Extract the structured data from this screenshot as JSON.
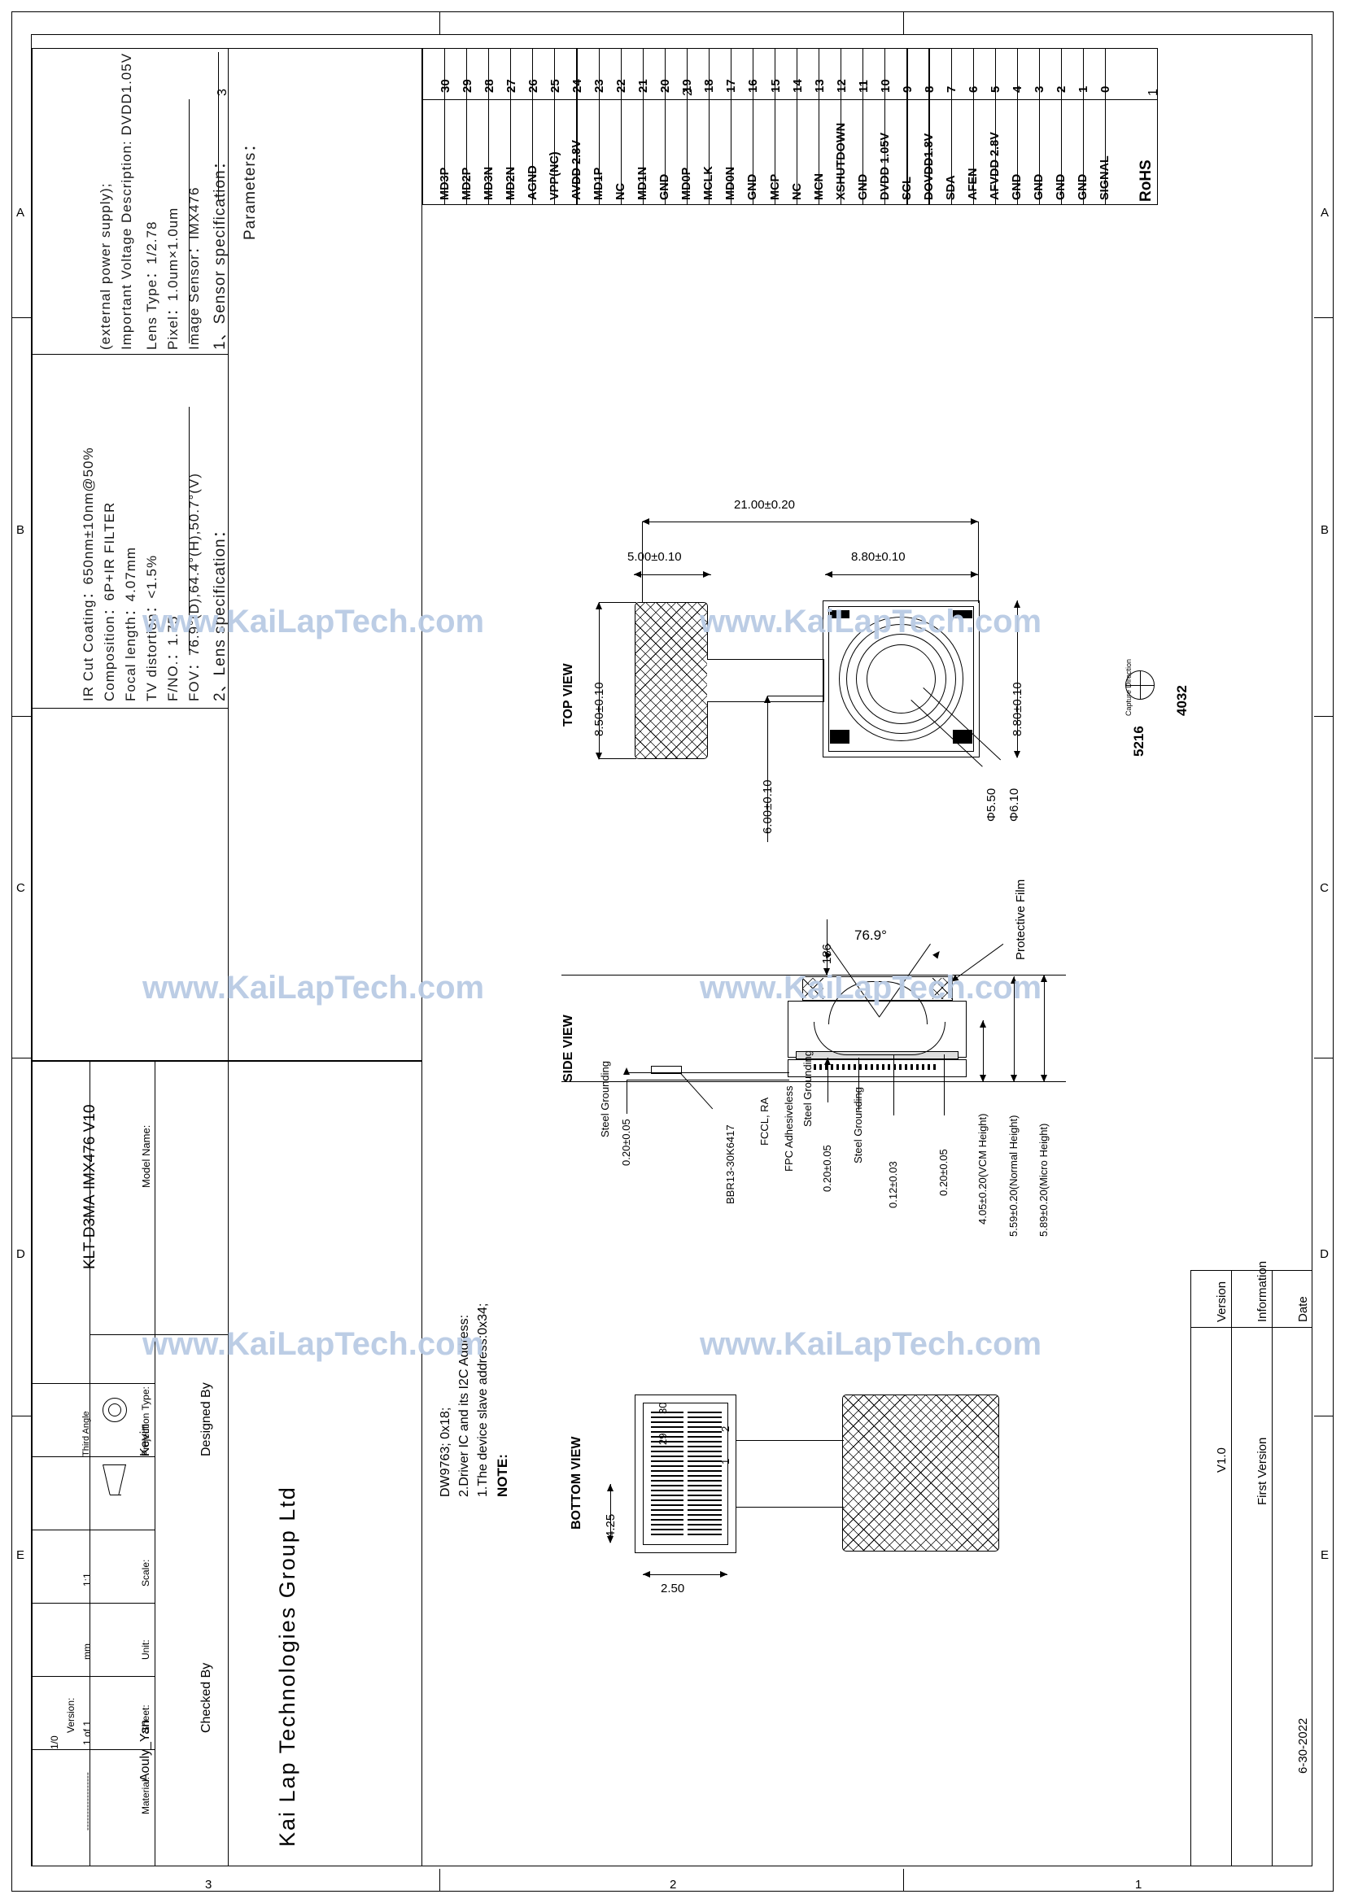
{
  "sheet": {
    "zone_rows": [
      "A",
      "B",
      "C",
      "D",
      "E"
    ],
    "zone_cols": [
      "1",
      "2",
      "3"
    ],
    "rohs_label": "RoHS"
  },
  "watermark": {
    "text": "www.KaiLapTech.com"
  },
  "pin_table": {
    "header_pin": "",
    "header_signal": "SIGNAL",
    "rows": [
      {
        "pin": "0",
        "signal": "SIGNAL"
      },
      {
        "pin": "1",
        "signal": "GND"
      },
      {
        "pin": "2",
        "signal": "GND"
      },
      {
        "pin": "3",
        "signal": "GND"
      },
      {
        "pin": "4",
        "signal": "GND"
      },
      {
        "pin": "5",
        "signal": "AFVDD 2.8V"
      },
      {
        "pin": "6",
        "signal": "AFEN"
      },
      {
        "pin": "7",
        "signal": "SDA"
      },
      {
        "pin": "8",
        "signal": "DOVDD1.8V"
      },
      {
        "pin": "9",
        "signal": "SCL"
      },
      {
        "pin": "10",
        "signal": "DVDD 1.05V"
      },
      {
        "pin": "11",
        "signal": "GND"
      },
      {
        "pin": "12",
        "signal": "XSHUTDOWN"
      },
      {
        "pin": "13",
        "signal": "MCN"
      },
      {
        "pin": "14",
        "signal": "NC"
      },
      {
        "pin": "15",
        "signal": "MCP"
      },
      {
        "pin": "16",
        "signal": "GND"
      },
      {
        "pin": "17",
        "signal": "MD0N"
      },
      {
        "pin": "18",
        "signal": "MCLK"
      },
      {
        "pin": "19",
        "signal": "MD0P"
      },
      {
        "pin": "20",
        "signal": "GND"
      },
      {
        "pin": "21",
        "signal": "MD1N"
      },
      {
        "pin": "22",
        "signal": "NC"
      },
      {
        "pin": "23",
        "signal": "MD1P"
      },
      {
        "pin": "24",
        "signal": "AVDD 2.8V"
      },
      {
        "pin": "25",
        "signal": "VPP(NC)"
      },
      {
        "pin": "26",
        "signal": "AGND"
      },
      {
        "pin": "27",
        "signal": "MD2N"
      },
      {
        "pin": "28",
        "signal": "MD3N"
      },
      {
        "pin": "29",
        "signal": "MD2P"
      },
      {
        "pin": "30",
        "signal": "MD3P"
      }
    ]
  },
  "parameters": {
    "title": "Parameters：",
    "sensor_section": {
      "heading": "1、Sensor specification：",
      "lines": [
        "Image Sensor：IMX476",
        "Pixel：1.0um×1.0um",
        "Lens Type：1/2.78",
        "Important Voltage Description: DVDD1.05V",
        "(external power supply);"
      ]
    },
    "lens_section": {
      "heading": "2、Lens specification：",
      "lines": [
        "FOV：76.9°(D),64.4°(H),50.7°(V)",
        "F/NO.：1.75",
        "TV distortion：<1.5%",
        "Focal length：4.07mm",
        "Composition：6P+IR FILTER",
        "IR Cut Coating：650nm±10nm@50%"
      ]
    }
  },
  "notes": {
    "title": "NOTE:",
    "lines": [
      "1.The device slave address:0x34;",
      "2.Driver IC and its I2C Address:",
      "DW9763; 0x18;"
    ]
  },
  "views": {
    "top": {
      "label": "TOP VIEW"
    },
    "side": {
      "label": "SIDE VIEW"
    },
    "bottom": {
      "label": "BOTTOM VIEW"
    }
  },
  "dimensions": {
    "overall_length": "21.00±0.20",
    "fpc_width": "5.00±0.10",
    "fpc_height": "8.50±0.10",
    "module_width": "8.80±0.10",
    "module_height": "8.80±0.10",
    "optical_center_x": "6.00±0.10",
    "barrel_dia_outer": "Φ6.10",
    "barrel_dia_inner": "Φ5.50",
    "fov_angle": "76.9°",
    "protective_film": "Protective Film",
    "film_thk": "186",
    "steel_grounding_1": "Steel Grounding",
    "steel_grounding_2": "Steel Grounding",
    "fpc_adhesiveless": "FPC Adhesiveless",
    "fccl_ra": "FCCL, RA",
    "connector_pn": "BBR13-30K6417",
    "thk_020_005_a": "0.20±0.05",
    "thk_012_003": "0.12±0.03",
    "thk_020_005_b": "0.20±0.05",
    "h_405": "4.05±0.20(VCM Height)",
    "h_559": "5.59±0.20(Normal Height)",
    "h_589": "5.89±0.20(Micro Height)",
    "conn_height": "4.25",
    "conn_pitch": "2.50",
    "conn_pin_30": "30",
    "conn_pin_29": "29",
    "conn_pin_2": "2",
    "conn_pin_1": "1"
  },
  "markings": {
    "code_5216": "5216",
    "code_4032": "4032",
    "capture_direction": "Capture Direction"
  },
  "title_block": {
    "company": "Kai Lap Technologies Group Ltd",
    "designed_by_label": "Designed By",
    "designed_by_value": "Kevin",
    "checked_by_label": "Checked By",
    "checked_by_value": "Aouly_Yan",
    "model_name_label": "Model Name:",
    "model_name_value": "KLT-D3MA-IMX476 V10",
    "projection_type_label": "Projection Type:",
    "projection_type_value": "Third Angle",
    "scale_label": "Scale:",
    "scale_value": "1:1",
    "unit_label": "Unit:",
    "unit_value": "mm",
    "sheet_label": "Sheet:",
    "sheet_value": "1 of 1",
    "material_label": "Material:",
    "material_value": "------------------",
    "version_label": "Version:",
    "version_value": "1/0"
  },
  "revision_table": {
    "headers": [
      "Version",
      "Information",
      "Date"
    ],
    "rows": [
      {
        "version": "V1.0",
        "information": "First Version",
        "date": "6-30-2022"
      }
    ]
  }
}
